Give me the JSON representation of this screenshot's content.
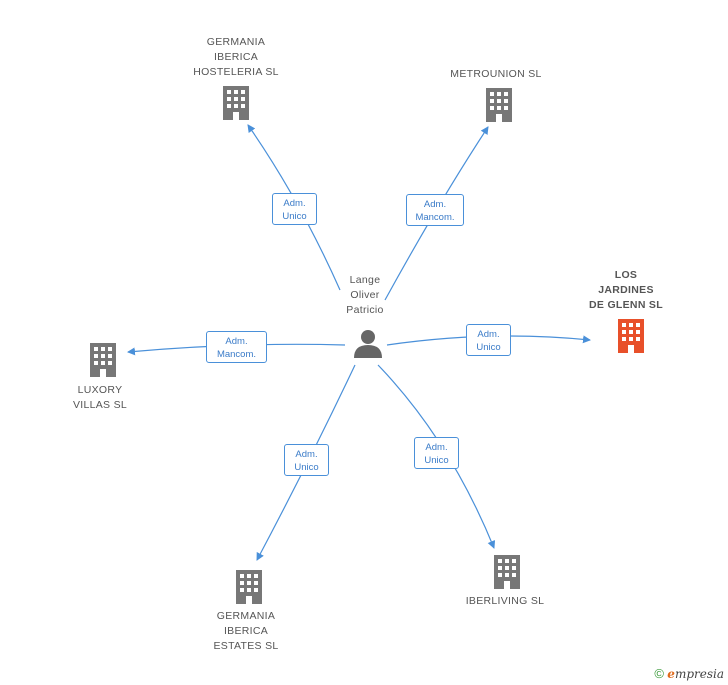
{
  "center": {
    "name": "Lange\nOliver\nPatricio",
    "icon": "person-icon"
  },
  "companies": {
    "germania_hosteleria": {
      "name": "GERMANIA\nIBERICA\nHOSTELERIA  SL",
      "icon": "building-icon"
    },
    "metrounion": {
      "name": "METROUNION SL",
      "icon": "building-icon"
    },
    "los_jardines": {
      "name": "LOS\nJARDINES\nDE GLENN SL",
      "icon": "building-icon",
      "highlight_color": "#e8502a"
    },
    "luxory_villas": {
      "name": "LUXORY\nVILLAS SL",
      "icon": "building-icon"
    },
    "germania_estates": {
      "name": "GERMANIA\nIBERICA\nESTATES SL",
      "icon": "building-icon"
    },
    "iberliving": {
      "name": "IBERLIVING SL",
      "icon": "building-icon"
    }
  },
  "relations": {
    "germania_hosteleria": "Adm.\nUnico",
    "metrounion": "Adm.\nMancom.",
    "los_jardines": "Adm.\nUnico",
    "luxory_villas": "Adm.\nMancom.",
    "germania_estates": "Adm.\nUnico",
    "iberliving": "Adm.\nUnico"
  },
  "colors": {
    "edge": "#4a90d9",
    "building": "#777777",
    "highlight": "#e8502a",
    "person": "#666666"
  },
  "brand": {
    "copyright": "©",
    "initial": "e",
    "name": "mpresia"
  }
}
